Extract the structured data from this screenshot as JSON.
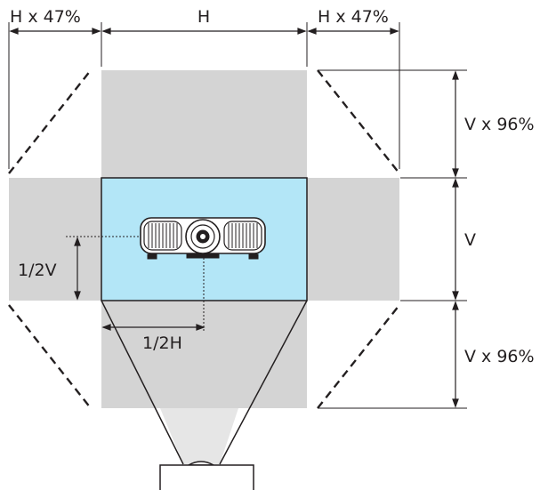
{
  "labels": {
    "top_left": "H x 47%",
    "top_center": "H",
    "top_right": "H x 47%",
    "right_top": "V x 96%",
    "right_middle": "V",
    "right_bottom": "V x 96%",
    "vertical_offset": "1/2V",
    "horizontal_offset": "1/2H"
  },
  "colors": {
    "screen_fill": "#b3e6f7",
    "shift_area_fill": "#d4d4d4",
    "line": "#231f20",
    "throw_cone": "#e6e6e6"
  }
}
